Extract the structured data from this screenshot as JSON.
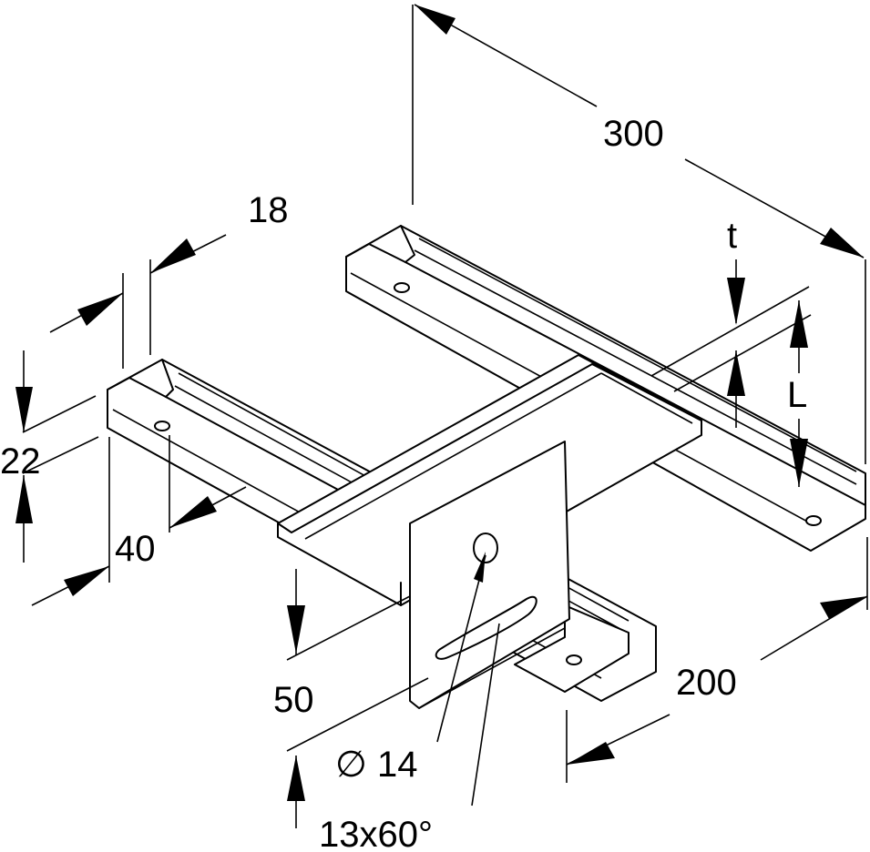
{
  "dimensions": {
    "length": "300",
    "width": "200",
    "rail_width": "18",
    "rail_height": "22",
    "rail_depth": "40",
    "drop": "50",
    "thickness": "t",
    "length_var": "L",
    "hole": "14",
    "hole_symbol": "∅",
    "slot": "13x60°"
  }
}
